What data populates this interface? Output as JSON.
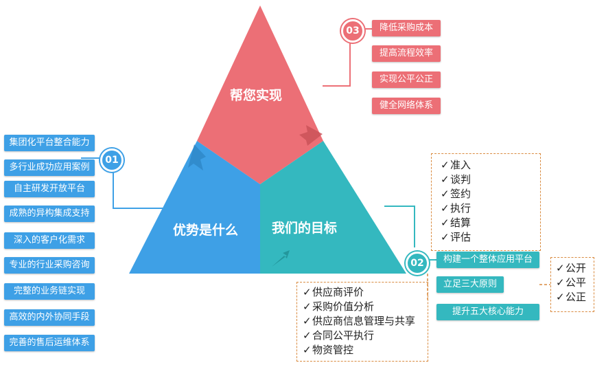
{
  "triangle": {
    "top_label": "帮您实现",
    "left_label": "优势是什么",
    "right_label": "我们的目标"
  },
  "badges": {
    "b01": "01",
    "b02": "02",
    "b03": "03"
  },
  "left_tags": [
    "集团化平台整合能力",
    "多行业成功应用案例",
    "自主研发开放平台",
    "成熟的异构集成支持",
    "深入的客户化需求",
    "专业的行业采购咨询",
    "完整的业务链实现",
    "高效的内外协同手段",
    "完善的售后运维体系"
  ],
  "top_tags": [
    "降低采购成本",
    "提高流程效率",
    "实现公平公正",
    "健全网络体系"
  ],
  "right_checklist": [
    "准入",
    "谈判",
    "签约",
    "执行",
    "结算",
    "评估"
  ],
  "right_tags": [
    "构建一个整体应用平台",
    "立足三大原则",
    "提升五大核心能力"
  ],
  "principles": [
    "公开",
    "公平",
    "公正"
  ],
  "capabilities": [
    "供应商评价",
    "采购价值分析",
    "供应商信息管理与共享",
    "合同公平执行",
    "物资管控"
  ],
  "check_mark": "✓",
  "colors": {
    "blue": "#3ea0e6",
    "red": "#ec6f76",
    "teal": "#34b8bf",
    "dash": "#d98a3e"
  }
}
